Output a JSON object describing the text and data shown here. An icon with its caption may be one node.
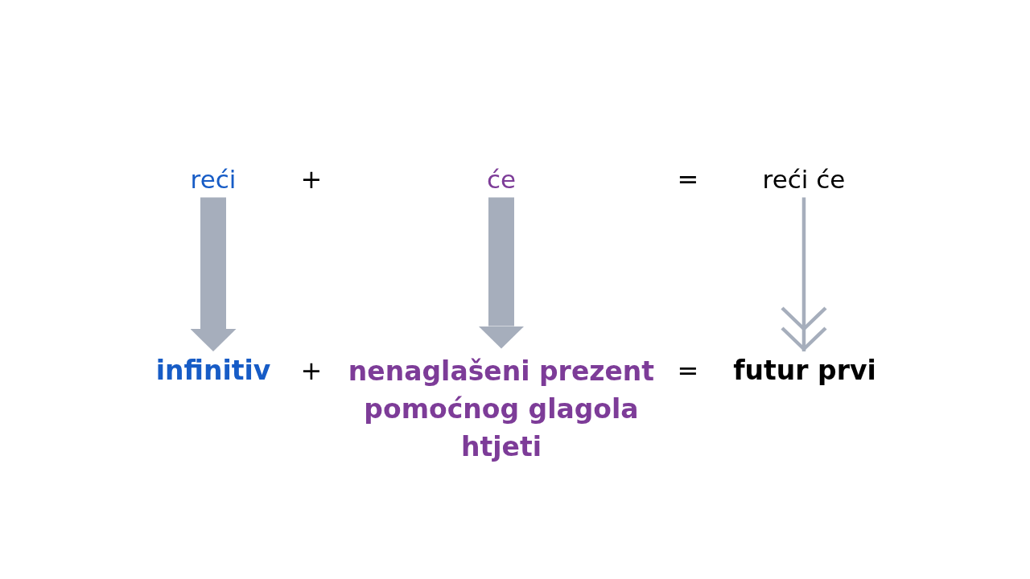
{
  "diagram": {
    "nodes": [
      {
        "text": [
          "reći"
        ]
      },
      {
        "text": [
          "će"
        ]
      },
      {
        "text": [
          "reći će"
        ]
      },
      {
        "text": [
          "infinitiv"
        ]
      },
      {
        "text": [
          "nenaglašeni prezent pomoćnog glagola htjeti"
        ]
      },
      {
        "text": [
          "futur prvi"
        ]
      }
    ],
    "edges": [
      {
        "from": 0,
        "to": 3,
        "arrow": "to"
      },
      {
        "from": 1,
        "to": 4,
        "arrow": "to"
      },
      {
        "from": 2,
        "to": 5,
        "arrow": "to"
      }
    ],
    "labels": [
      "+",
      "=",
      "+",
      "="
    ]
  }
}
